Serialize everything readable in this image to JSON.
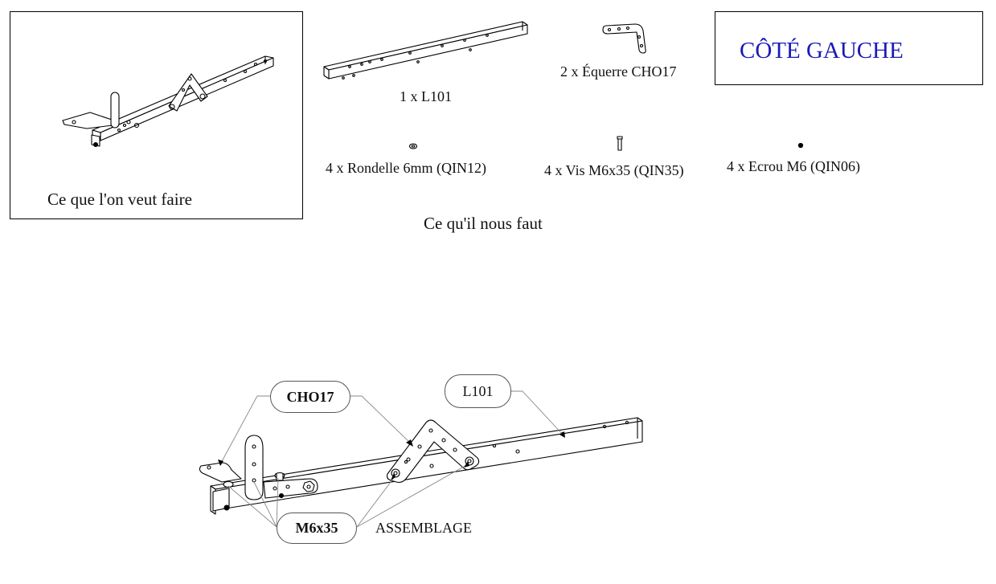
{
  "goal_panel": {
    "caption": "Ce que l'on veut faire"
  },
  "parts": {
    "l101": "1 x L101",
    "cho17": "2 x Équerre CHO17",
    "washer": "4 x Rondelle 6mm (QIN12)",
    "screw": "4 x Vis M6x35 (QIN35)",
    "nut": "4 x Ecrou M6 (QIN06)"
  },
  "side_title": "CÔTÉ GAUCHE",
  "parts_caption": "Ce qu'il nous faut",
  "assembly": {
    "callout_cho17": "CHO17",
    "callout_l101": "L101",
    "callout_screw": "M6x35",
    "assembly_label": "ASSEMBLAGE"
  },
  "colors": {
    "title": "#1a1ab8",
    "line": "#000000"
  }
}
